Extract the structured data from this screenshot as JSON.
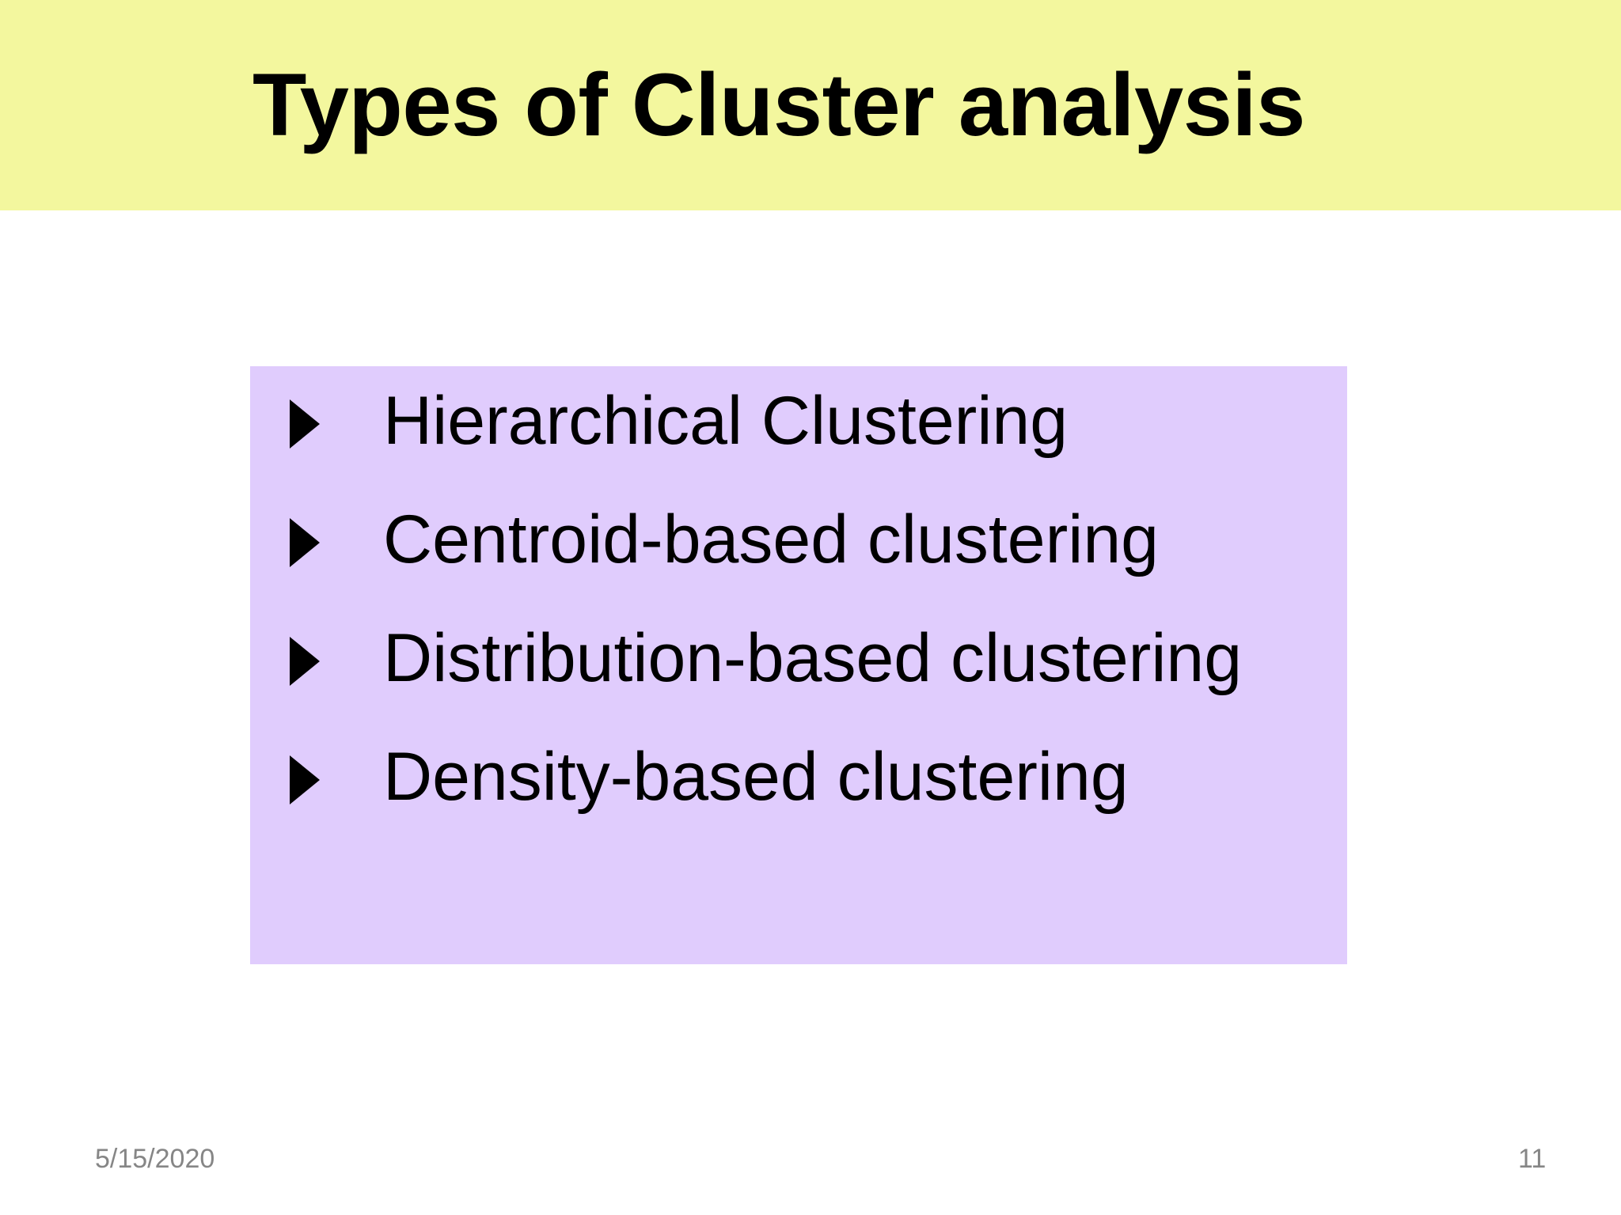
{
  "slide": {
    "title": "Types of Cluster analysis",
    "title_band_color": "#f3f79e",
    "background_color": "#ffffff",
    "content_box_color": "#e0ccfd",
    "text_color": "#000000",
    "footer_color": "#868686"
  },
  "content": {
    "bullet_icon": "triangle-right-icon",
    "items": [
      {
        "label": "Hierarchical Clustering"
      },
      {
        "label": "Centroid-based clustering"
      },
      {
        "label": "Distribution-based clustering"
      },
      {
        "label": "Density-based clustering"
      }
    ]
  },
  "footer": {
    "date": "5/15/2020",
    "page_number": "11"
  }
}
